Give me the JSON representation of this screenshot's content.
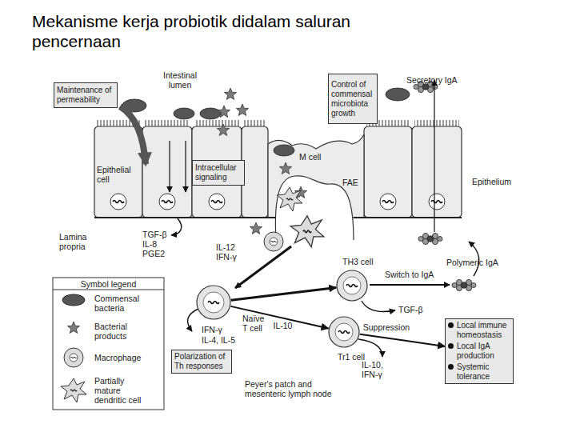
{
  "diagram": {
    "title": "Mekanisme kerja probiotik didalam saluran pencernaan",
    "nodes": [
      {
        "text": [
          "Maintenance of permeability"
        ]
      },
      {
        "text": [
          "Control of commensal microbiota growth"
        ]
      },
      {
        "text": [
          "Intracellular signaling"
        ]
      },
      {
        "text": [
          "TH3 cell"
        ]
      },
      {
        "text": [
          "Naïve T cell"
        ]
      },
      {
        "text": [
          "Tr1 cell"
        ]
      },
      {
        "text": [
          "Local immune homeostasis",
          "Local IgA production",
          "Systemic tolerance"
        ]
      },
      {
        "text": [
          "Polarization of Th responses"
        ]
      }
    ],
    "edges": [
      {
        "from": 4,
        "to": 3,
        "arrow": "to"
      },
      {
        "from": 4,
        "to": 5,
        "arrow": "to",
        "label": "IL-10"
      },
      {
        "from": 5,
        "to": 6,
        "arrow": "to",
        "label": "Suppression"
      }
    ],
    "labels": [
      "Intestinal lumen",
      "Secretory IgA",
      "Epithelial cell",
      "M cell",
      "FAE",
      "Epithelium",
      "Lamina propria",
      "TGF-β",
      "IL-8",
      "PGE2",
      "IL-12",
      "IFN-γ",
      "Polymeric IgA",
      "Switch to IgA",
      "IFN-γ",
      "IL-4, IL-5",
      "TGF-β",
      "IL-10, IFN-γ",
      "Peyer's patch and mesenteric lymph node",
      "Symbol legend"
    ],
    "legend": [
      {
        "text": "Commensal bacteria"
      },
      {
        "text": "Bacterial products"
      },
      {
        "text": "Macrophage"
      },
      {
        "text": "Partially mature dendritic cell"
      }
    ]
  }
}
